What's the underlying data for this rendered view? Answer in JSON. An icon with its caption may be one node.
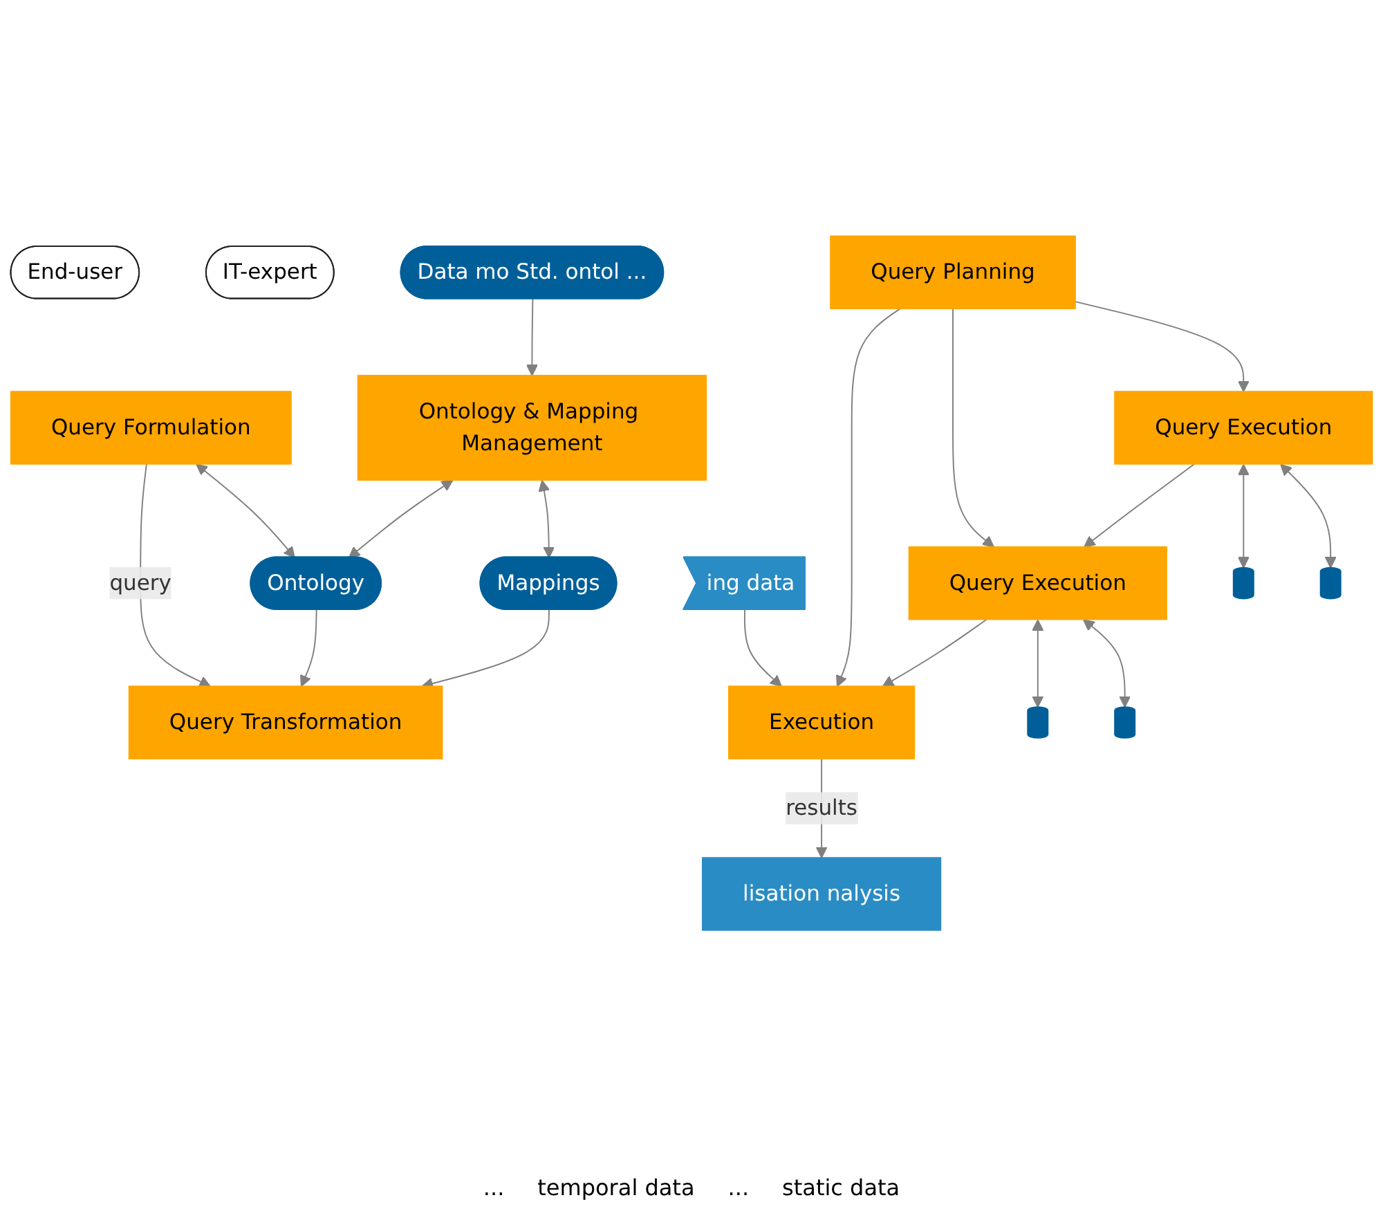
{
  "diagram": {
    "nodes": [
      {
        "text": [
          "End-user"
        ]
      },
      {
        "text": [
          "IT-expert"
        ]
      },
      {
        "text": [
          "Data mo Std. ontol ..."
        ]
      },
      {
        "text": [
          "lisation nalysis"
        ]
      },
      {
        "text": [
          "Query Formulation"
        ]
      },
      {
        "text": [
          "Ontology & Mapping Management"
        ]
      },
      {
        "text": [
          "Ontology"
        ]
      },
      {
        "text": [
          "Mappings"
        ]
      },
      {
        "text": [
          "Query Transformation"
        ]
      },
      {
        "text": [
          "Query Planning"
        ]
      },
      {
        "text": [
          "Execution"
        ]
      },
      {
        "text": [
          "Query Execution"
        ]
      },
      {
        "text": [
          "Query Execution"
        ]
      },
      {
        "text": [
          "ing data"
        ]
      },
      {
        "text": [],
        "shape": "cylinder"
      },
      {
        "text": [],
        "shape": "cylinder"
      },
      {
        "text": [],
        "shape": "cylinder"
      },
      {
        "text": [],
        "shape": "cylinder"
      }
    ],
    "edges": [
      {
        "from": 4,
        "to": 8,
        "arrow": "to",
        "label": "query"
      },
      {
        "from": 4,
        "to": 6,
        "arrow": "both"
      },
      {
        "from": 5,
        "to": 6,
        "arrow": "both"
      },
      {
        "from": 5,
        "to": 7,
        "arrow": "both"
      },
      {
        "from": 6,
        "to": 8,
        "arrow": "to"
      },
      {
        "from": 7,
        "to": 8,
        "arrow": "to"
      },
      {
        "from": 2,
        "to": 5,
        "arrow": "to"
      },
      {
        "from": 9,
        "to": 10,
        "arrow": "to"
      },
      {
        "from": 9,
        "to": 11,
        "arrow": "to"
      },
      {
        "from": 9,
        "to": 12,
        "arrow": "to"
      },
      {
        "from": 12,
        "to": 11,
        "arrow": "to"
      },
      {
        "from": 11,
        "to": 10,
        "arrow": "to"
      },
      {
        "from": 10,
        "to": 3,
        "arrow": "to",
        "label": "results"
      },
      {
        "from": 13,
        "to": 10,
        "arrow": "to"
      },
      {
        "from": 11,
        "to": 14,
        "arrow": "both"
      },
      {
        "from": 11,
        "to": 15,
        "arrow": "both"
      },
      {
        "from": 12,
        "to": 16,
        "arrow": "both"
      },
      {
        "from": 12,
        "to": 17,
        "arrow": "both"
      }
    ],
    "labels": [
      "...",
      "temporal data",
      "...",
      "static data"
    ]
  }
}
